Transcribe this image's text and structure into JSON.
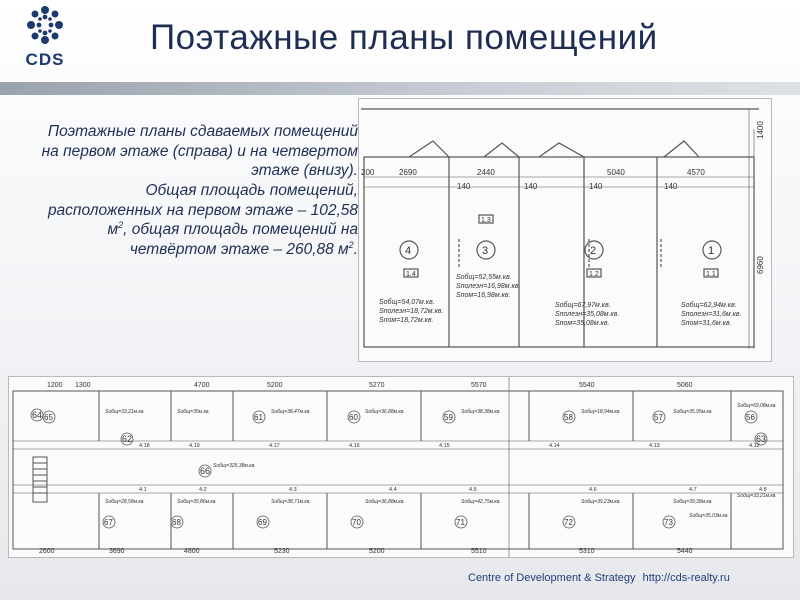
{
  "header": {
    "logo_text": "CDS",
    "title": "Поэтажные планы помещений"
  },
  "description": {
    "lines": [
      "Поэтажные планы сдаваемых помещений",
      "на первом этаже (справа) и на четвертом",
      "этаже (внизу).",
      "Общая площадь помещений,",
      "расположенных на первом этаже – 102,58",
      "м",
      ", общая площадь помещений на",
      "четвёртом этаже – 260,88 м",
      "2",
      "."
    ]
  },
  "first_floor_plan": {
    "dimensions": [
      "200",
      "2690",
      "2440",
      "5040",
      "4570",
      "140",
      "140",
      "140",
      "140",
      "6960",
      "1400"
    ],
    "rooms": [
      {
        "number": "4",
        "tag": "1.4"
      },
      {
        "number": "3",
        "tag": "1.3"
      },
      {
        "number": "2",
        "tag": "1.2"
      },
      {
        "number": "1",
        "tag": "1.1"
      }
    ],
    "area_labels": [
      [
        "Sобщ=54,07м.кв.",
        "Sполезн=18,72м.кв.",
        "Sпом=18,72м.кв."
      ],
      [
        "Sобщ=52,55м.кв.",
        "Sполезн=16,98м.кв.",
        "Sпом=16,98м.кв."
      ],
      [
        "Sобщ=67,97м.кв.",
        "Sполезн=35,08м.кв.",
        "Sпом=35,08м.кв."
      ],
      [
        "Sобщ=62,94м.кв.",
        "Sполезн=31,6м.кв.",
        "Sпом=31,6м.кв."
      ]
    ]
  },
  "fourth_floor_plan": {
    "top_dimensions": [
      "1200",
      "1300",
      "4700",
      "5200",
      "5270",
      "5570",
      "5540",
      "5060"
    ],
    "bottom_dimensions": [
      "2600",
      "3690",
      "4800",
      "5230",
      "5200",
      "5510",
      "5310",
      "5440"
    ],
    "top_rooms": [
      "65",
      "61",
      "60",
      "59",
      "58",
      "57",
      "56"
    ],
    "bottom_rooms": [
      "67",
      "68",
      "69",
      "70",
      "71",
      "72",
      "73"
    ],
    "side_rooms": [
      "64",
      "62",
      "66",
      "63"
    ],
    "tags": [
      "4.18",
      "4.19",
      "4.17",
      "4.16",
      "4.15",
      "4.14",
      "4.13",
      "4.12",
      "4.1",
      "4.2",
      "4.3",
      "4.4",
      "4.5",
      "4.6",
      "4.7",
      "4.8"
    ],
    "area_labels": [
      "Sобщ=33,21м.кв.",
      "Sобщ=35м.кв.",
      "Sобщ=38,47м.кв.",
      "Sобщ=36,88м.кв.",
      "Sобщ=38,38м.кв.",
      "Sобщ=18,94м.кв.",
      "Sобщ=35,95м.кв.",
      "Sобщ=69,08м.кв.",
      "Sобщ=325,38м.кв.",
      "Sобщ=28,58м.кв.",
      "Sобщ=35,86м.кв.",
      "Sобщ=38,71м.кв.",
      "Sобщ=36,88м.кв.",
      "Sобщ=42,75м.кв.",
      "Sобщ=39,23м.кв.",
      "Sобщ=39,38м.кв.",
      "Sобщ=35,03м.кв.",
      "Sобщ=33,21м.кв."
    ]
  },
  "footer": {
    "org": "Centre of Development & Strategy",
    "url": "http://cds-realty.ru"
  }
}
